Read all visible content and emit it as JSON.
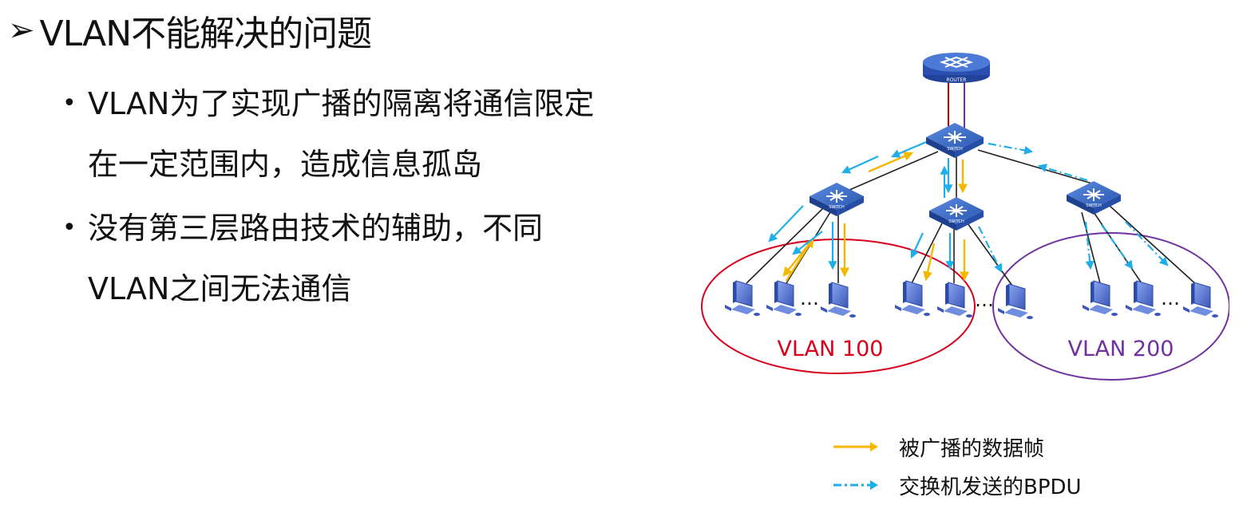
{
  "heading": {
    "title": "VLAN不能解决的问题"
  },
  "bullets": [
    {
      "lines": [
        "VLAN为了实现广播的隔离将通信限定",
        "在一定范围内，造成信息孤岛"
      ]
    },
    {
      "lines": [
        "没有第三层路由技术的辅助，不同",
        "VLAN之间无法通信"
      ]
    }
  ],
  "diagram": {
    "router_label": "ROUTER",
    "switch_label": "SWITCH",
    "vlans": [
      {
        "label": "VLAN 100",
        "color": "#d9001b"
      },
      {
        "label": "VLAN 200",
        "color": "#7030a0"
      }
    ],
    "ellipsis": "…"
  },
  "legend": {
    "broadcast": "被广播的数据帧",
    "bpdu": "交换机发送的BPDU"
  },
  "colors": {
    "broadcast_arrow": "#f5b800",
    "bpdu_arrow": "#1eaee8",
    "router_link": "#c00000",
    "router_link_2": "#7030a0",
    "switch_blue": "#2e5fbf",
    "pc_blue": "#4b6cc9"
  }
}
